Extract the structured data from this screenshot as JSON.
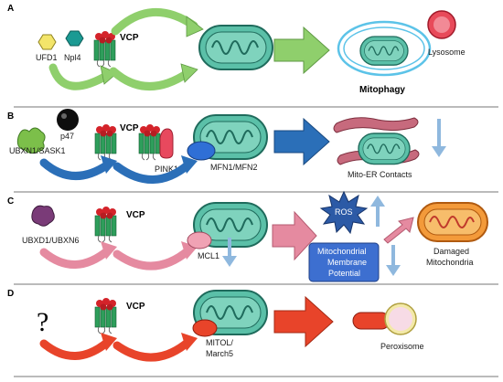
{
  "panels": {
    "a": {
      "letter": "A",
      "ufd1": "UFD1",
      "npl4": "Npl4",
      "vcp": "VCP",
      "lysosome": "Lysosome",
      "outcome": "Mitophagy"
    },
    "b": {
      "letter": "B",
      "p47": "p47",
      "ubxn1": "UBXN1/SASK1",
      "vcp": "VCP",
      "pink1": "PINK1",
      "mfn": "MFN1/MFN2",
      "contacts": "Mito-ER Contacts"
    },
    "c": {
      "letter": "C",
      "ubxd1": "UBXD1/UBXN6",
      "vcp": "VCP",
      "mcl1": "MCL1",
      "ros": "ROS",
      "potential_1": "Mitochondrial",
      "potential_2": "Membrane",
      "potential_3": "Potential",
      "damaged_1": "Damaged",
      "damaged_2": "Mitochondria"
    },
    "d": {
      "letter": "D",
      "unknown": "?",
      "vcp": "VCP",
      "mitol_1": "MITOL/",
      "mitol_2": "March5",
      "peroxisome": "Peroxisome"
    }
  },
  "colors": {
    "mito_fill": "#5bc0a8",
    "mito_outline": "#1f6b5c",
    "vcp_red": "#d4232a",
    "vcp_green": "#2e9e5b",
    "arrow_green": "#8fcf6c",
    "arrow_blue": "#2b6fb8",
    "arrow_pink": "#e58aa0",
    "arrow_red": "#e8442a",
    "ros_blue": "#2c5aa6",
    "potential_box": "#3d6fd0"
  }
}
